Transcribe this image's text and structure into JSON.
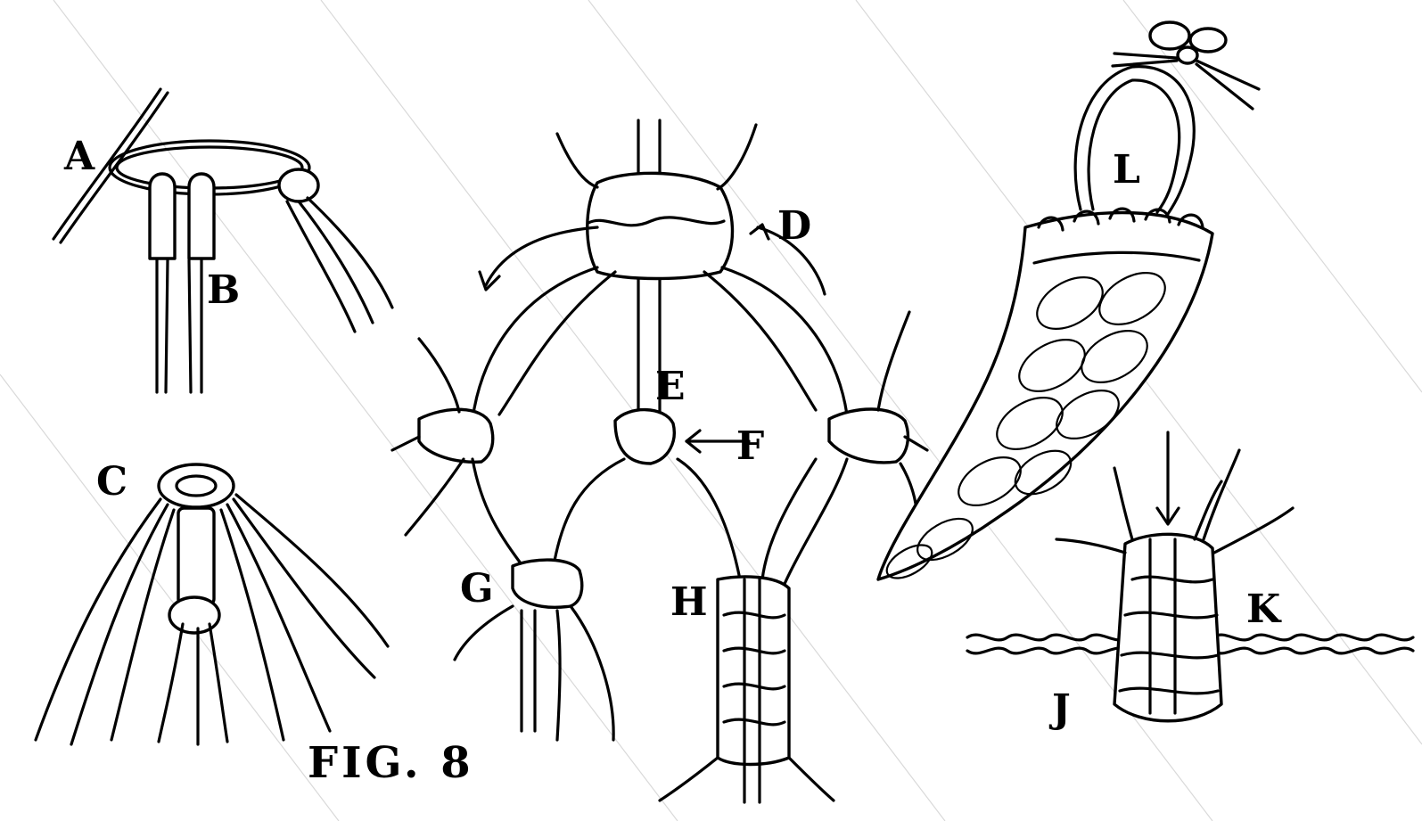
{
  "figure": {
    "caption": "FIG. 8",
    "labels": {
      "A": "A",
      "B": "B",
      "C": "C",
      "D": "D",
      "E": "E",
      "F": "F",
      "G": "G",
      "H": "H",
      "J": "J",
      "K": "K",
      "L": "L"
    }
  },
  "colors": {
    "ink": "#000000",
    "paper": "#ffffff",
    "watermark": "#d9d9d9"
  }
}
